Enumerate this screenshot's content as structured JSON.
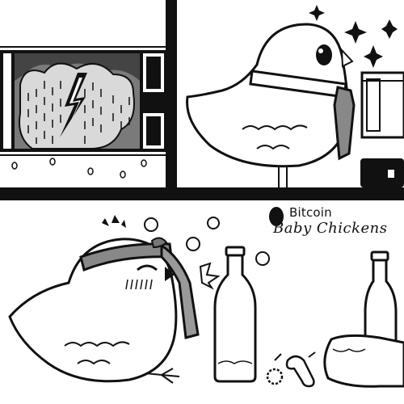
{
  "brand": {
    "line1": "Bitcoin",
    "line2": "Baby Chickens",
    "icon": "egg-icon"
  },
  "panels": [
    {
      "id": "panel-1",
      "scene": "storm-window"
    },
    {
      "id": "panel-2",
      "scene": "chicken-with-tie-and-briefcase"
    },
    {
      "id": "panel-3",
      "scene": "drunk-chicken-with-bottles"
    }
  ],
  "colors": {
    "ink": "#111111",
    "gray": "#8a8a8a",
    "dark_gray": "#555555",
    "light_gray": "#cfcfcf",
    "paper": "#ffffff"
  }
}
